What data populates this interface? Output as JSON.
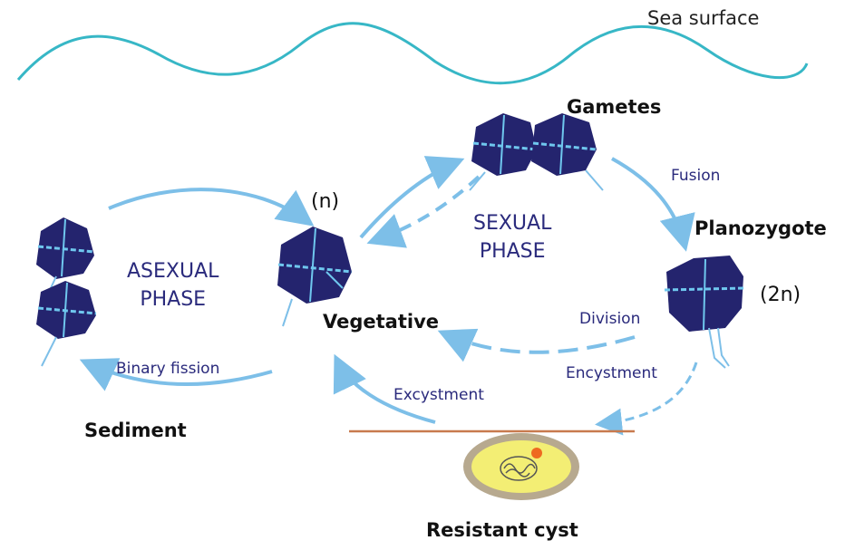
{
  "labels": {
    "sea_surface": "Sea surface",
    "gametes": "Gametes",
    "fusion": "Fusion",
    "planozygote": "Planozygote",
    "diploid": "(2n)",
    "haploid": "(n)",
    "vegetative": "Vegetative",
    "division": "Division",
    "encystment": "Encystment",
    "excystment": "Excystment",
    "binary_fission": "Binary fission",
    "sediment": "Sediment",
    "resistant_cyst": "Resistant cyst"
  },
  "phases": {
    "sexual_line1": "SEXUAL",
    "sexual_line2": "PHASE",
    "asexual_line1": "ASEXUAL",
    "asexual_line2": "PHASE"
  },
  "colors": {
    "sea": "#37b7c6",
    "arrow": "#7dbfe8",
    "cell_fill": "#24246e",
    "cell_groove": "#6fc7ee",
    "sediment_line": "#c87a4e",
    "cyst_outer": "#b7a98f",
    "cyst_inner": "#f3ee74",
    "cyst_dot": "#ee6a20"
  }
}
